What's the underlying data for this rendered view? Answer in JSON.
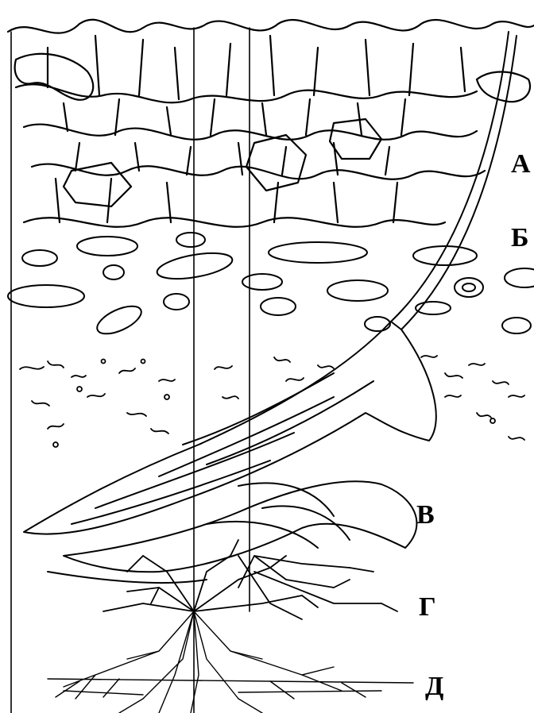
{
  "labels": {
    "a": "А",
    "b": "Б",
    "v": "В",
    "g": "Г",
    "d": "Д"
  }
}
